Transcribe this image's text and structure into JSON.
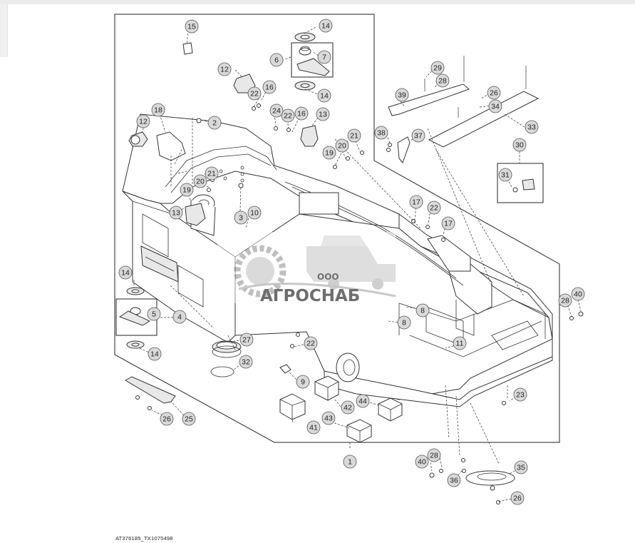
{
  "figure_code": "AT376185_TX1075498",
  "watermark": {
    "company_prefix": "ООО",
    "company_name": "АГРОСНАБ",
    "accent_color": "#9a9a9a"
  },
  "callouts": [
    {
      "id": "c1",
      "label": "1"
    },
    {
      "id": "c2",
      "label": "2"
    },
    {
      "id": "c3",
      "label": "3"
    },
    {
      "id": "c4",
      "label": "4"
    },
    {
      "id": "c5",
      "label": "5"
    },
    {
      "id": "c6",
      "label": "6"
    },
    {
      "id": "c7",
      "label": "7"
    },
    {
      "id": "c8a",
      "label": "8"
    },
    {
      "id": "c8b",
      "label": "8"
    },
    {
      "id": "c9",
      "label": "9"
    },
    {
      "id": "c10",
      "label": "10"
    },
    {
      "id": "c11",
      "label": "11"
    },
    {
      "id": "c12a",
      "label": "12"
    },
    {
      "id": "c12b",
      "label": "12"
    },
    {
      "id": "c13a",
      "label": "13"
    },
    {
      "id": "c13b",
      "label": "13"
    },
    {
      "id": "c14a",
      "label": "14"
    },
    {
      "id": "c14b",
      "label": "14"
    },
    {
      "id": "c14c",
      "label": "14"
    },
    {
      "id": "c14d",
      "label": "14"
    },
    {
      "id": "c15",
      "label": "15"
    },
    {
      "id": "c16a",
      "label": "16"
    },
    {
      "id": "c16b",
      "label": "16"
    },
    {
      "id": "c17a",
      "label": "17"
    },
    {
      "id": "c17b",
      "label": "17"
    },
    {
      "id": "c18",
      "label": "18"
    },
    {
      "id": "c19a",
      "label": "19"
    },
    {
      "id": "c19b",
      "label": "19"
    },
    {
      "id": "c20a",
      "label": "20"
    },
    {
      "id": "c20b",
      "label": "20"
    },
    {
      "id": "c21a",
      "label": "21"
    },
    {
      "id": "c21b",
      "label": "21"
    },
    {
      "id": "c22a",
      "label": "22"
    },
    {
      "id": "c22b",
      "label": "22"
    },
    {
      "id": "c22c",
      "label": "22"
    },
    {
      "id": "c22d",
      "label": "22"
    },
    {
      "id": "c23",
      "label": "23"
    },
    {
      "id": "c24",
      "label": "24"
    },
    {
      "id": "c25",
      "label": "25"
    },
    {
      "id": "c26a",
      "label": "26"
    },
    {
      "id": "c26b",
      "label": "26"
    },
    {
      "id": "c26c",
      "label": "26"
    },
    {
      "id": "c27",
      "label": "27"
    },
    {
      "id": "c28a",
      "label": "28"
    },
    {
      "id": "c28b",
      "label": "28"
    },
    {
      "id": "c28c",
      "label": "28"
    },
    {
      "id": "c29",
      "label": "29"
    },
    {
      "id": "c30",
      "label": "30"
    },
    {
      "id": "c31",
      "label": "31"
    },
    {
      "id": "c32",
      "label": "32"
    },
    {
      "id": "c33",
      "label": "33"
    },
    {
      "id": "c34",
      "label": "34"
    },
    {
      "id": "c35",
      "label": "35"
    },
    {
      "id": "c36",
      "label": "36"
    },
    {
      "id": "c37",
      "label": "37"
    },
    {
      "id": "c38",
      "label": "38"
    },
    {
      "id": "c39",
      "label": "39"
    },
    {
      "id": "c40a",
      "label": "40"
    },
    {
      "id": "c40b",
      "label": "40"
    },
    {
      "id": "c41",
      "label": "41"
    },
    {
      "id": "c42",
      "label": "42"
    },
    {
      "id": "c43",
      "label": "43"
    },
    {
      "id": "c44",
      "label": "44"
    }
  ]
}
